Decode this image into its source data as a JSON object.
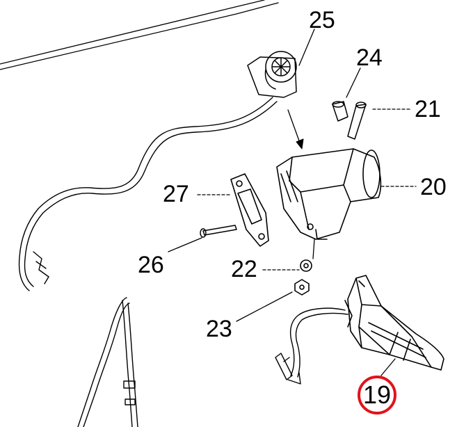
{
  "diagram": {
    "callouts": [
      {
        "key": "c19",
        "label": "19",
        "highlighted": true
      },
      {
        "key": "c20",
        "label": "20"
      },
      {
        "key": "c21",
        "label": "21"
      },
      {
        "key": "c22",
        "label": "22"
      },
      {
        "key": "c23",
        "label": "23"
      },
      {
        "key": "c24",
        "label": "24"
      },
      {
        "key": "c25",
        "label": "25"
      },
      {
        "key": "c26",
        "label": "26"
      },
      {
        "key": "c27",
        "label": "27"
      }
    ],
    "highlight_ring_color": "#e0141b",
    "line_color": "#000000"
  }
}
